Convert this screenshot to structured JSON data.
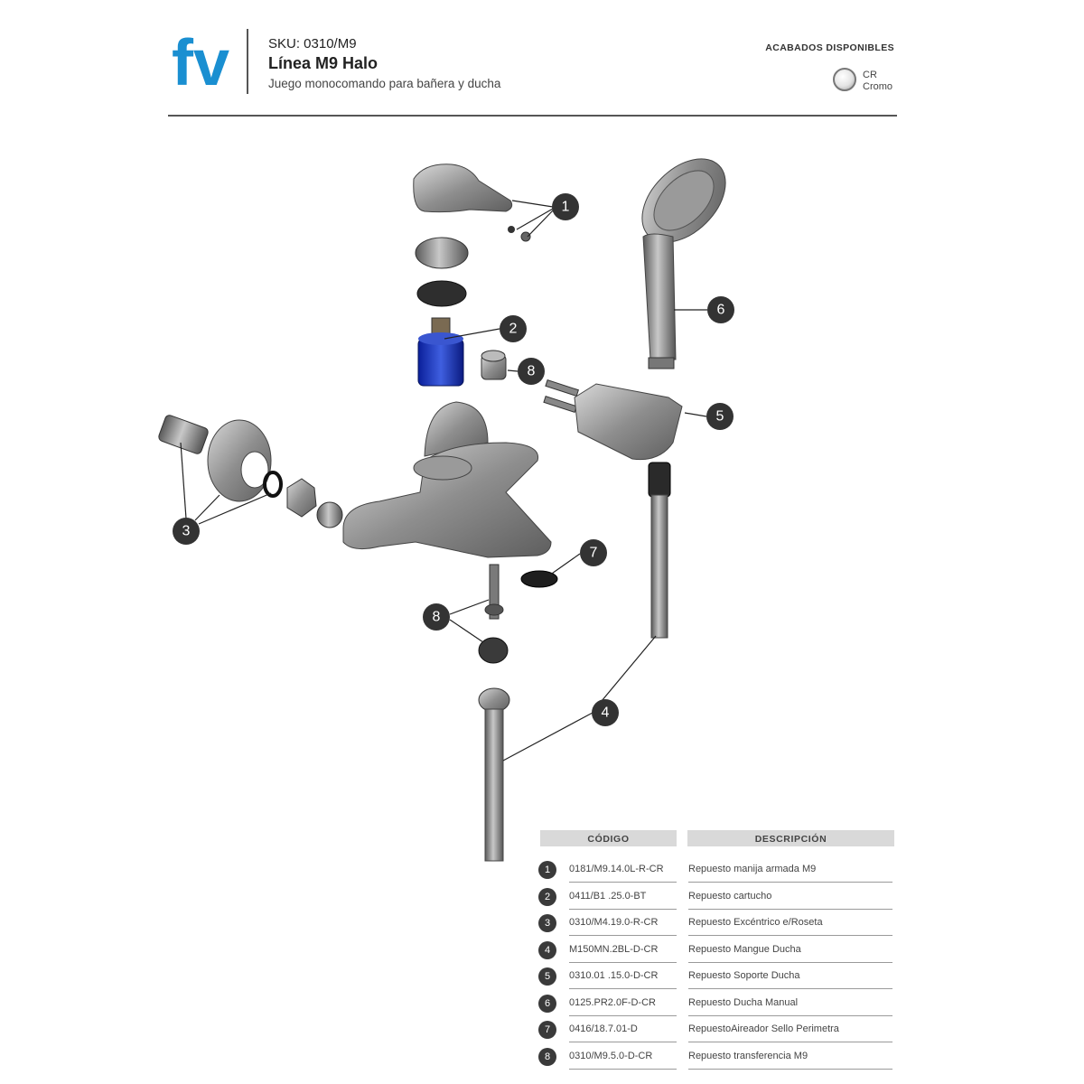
{
  "brand": {
    "logo_text": "fv",
    "color": "#1a8fd1"
  },
  "header": {
    "sku": "SKU: 0310/M9",
    "line": "Línea M9 Halo",
    "subtitle": "Juego monocomando para bañera y ducha"
  },
  "finishes": {
    "heading": "ACABADOS DISPONIBLES",
    "items": [
      {
        "code": "CR",
        "name": "Cromo"
      }
    ]
  },
  "callouts": [
    "1",
    "2",
    "3",
    "4",
    "5",
    "6",
    "7",
    "8"
  ],
  "parts_table": {
    "headers": {
      "code": "CÓDIGO",
      "description": "DESCRIPCIÓN"
    },
    "rows": [
      {
        "num": "1",
        "code": "0181/M9.14.0L-R-CR",
        "description": "Repuesto manija armada M9"
      },
      {
        "num": "2",
        "code": "0411/B1 .25.0-BT",
        "description": "Repuesto cartucho"
      },
      {
        "num": "3",
        "code": "0310/M4.19.0-R-CR",
        "description": "Repuesto Excéntrico e/Roseta"
      },
      {
        "num": "4",
        "code": "M150MN.2BL-D-CR",
        "description": "Repuesto Mangue Ducha"
      },
      {
        "num": "5",
        "code": "0310.01 .15.0-D-CR",
        "description": "Repuesto Soporte Ducha"
      },
      {
        "num": "6",
        "code": "0125.PR2.0F-D-CR",
        "description": "Repuesto Ducha Manual"
      },
      {
        "num": "7",
        "code": "0416/18.7.01-D",
        "description": "RepuestoAireador Sello Perimetra"
      },
      {
        "num": "8",
        "code": "0310/M9.5.0-D-CR",
        "description": "Repuesto transferencia M9"
      }
    ]
  }
}
